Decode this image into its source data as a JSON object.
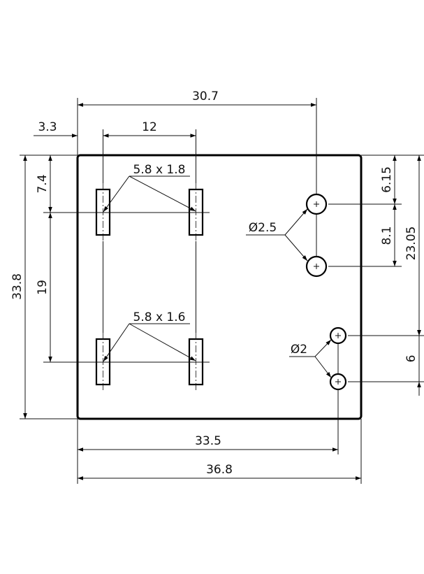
{
  "drawing": {
    "dims": {
      "top_overall": "30.7",
      "left_offset": "3.3",
      "slot_spacing": "12",
      "slot_top_size": "5.8 x 1.8",
      "slot_bottom_size": "5.8 x 1.6",
      "left_top_offset": "7.4",
      "left_slot_vertical": "19",
      "left_overall": "33.8",
      "right_top_offset": "6.15",
      "right_hole_spacing": "8.1",
      "right_overall": "23.05",
      "right_small_spacing": "6",
      "hole_large": "Ø2.5",
      "hole_small": "Ø2",
      "bottom_inner": "33.5",
      "bottom_overall": "36.8"
    }
  }
}
